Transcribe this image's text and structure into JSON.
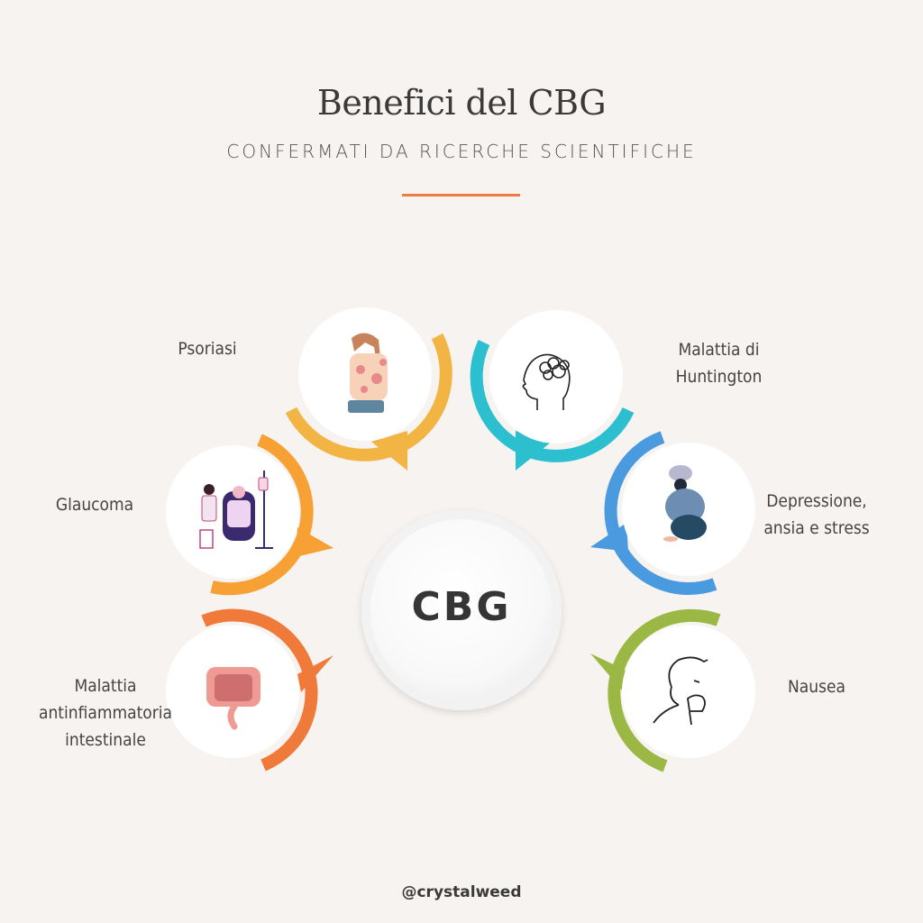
{
  "header": {
    "title": "Benefici del CBG",
    "subtitle": "CONFERMATI DA RICERCHE SCIENTIFICHE",
    "divider_color": "#ef7a45"
  },
  "center": {
    "label": "CBG"
  },
  "benefits": [
    {
      "id": "psoriasi",
      "label_lines": [
        "Psoriasi"
      ],
      "icon": "woman-back-skin-rash-icon",
      "color": "#f2b544"
    },
    {
      "id": "huntington",
      "label_lines": [
        "Malattia di",
        "Huntington"
      ],
      "icon": "head-tangled-brain-icon",
      "color": "#2bbfcf"
    },
    {
      "id": "glaucoma",
      "label_lines": [
        "Glaucoma"
      ],
      "icon": "doctor-patient-iv-icon",
      "color": "#f7a034"
    },
    {
      "id": "depressione",
      "label_lines": [
        "Depressione,",
        "ansia e stress"
      ],
      "icon": "sad-person-cloud-icon",
      "color": "#4a9ae0"
    },
    {
      "id": "intestinale",
      "label_lines": [
        "Malattia",
        "antinfiammatoria",
        "intestinale"
      ],
      "icon": "intestine-icon",
      "color": "#f07a3a"
    },
    {
      "id": "nausea",
      "label_lines": [
        "Nausea"
      ],
      "icon": "nauseous-man-icon",
      "color": "#9ab843"
    }
  ],
  "footer": {
    "handle": "@crystalweed"
  },
  "colors": {
    "background": "#f7f3f0",
    "text": "#3d3d3d"
  }
}
